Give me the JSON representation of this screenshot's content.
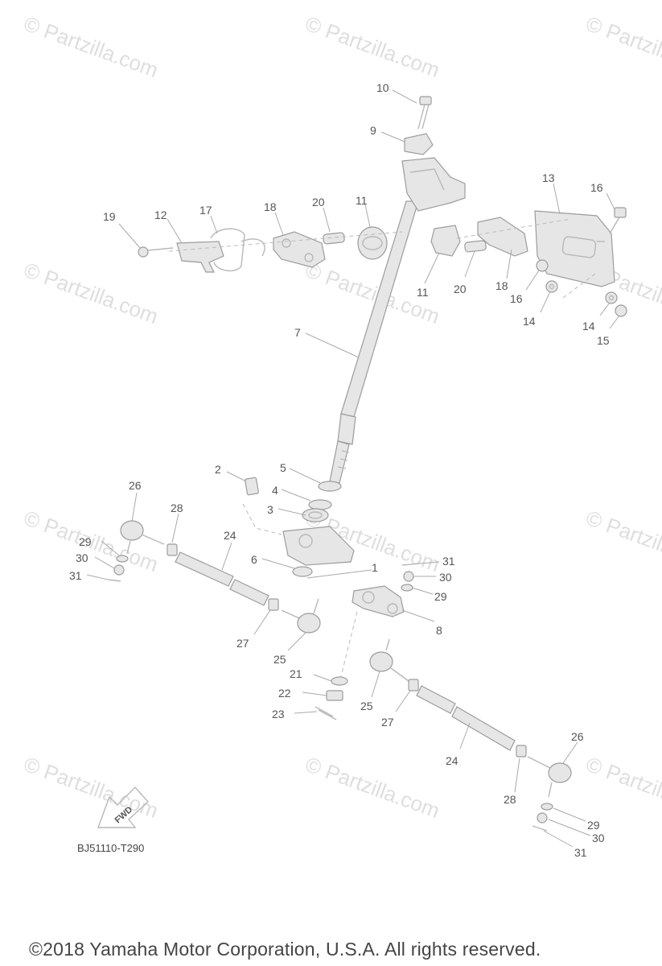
{
  "watermark": {
    "text": "© Partzilla.com"
  },
  "diagram_code": "BJ51110-T290",
  "copyright": "©2018 Yamaha Motor Corporation, U.S.A. All rights reserved.",
  "fwd_label": "FWD",
  "callouts": [
    "1",
    "2",
    "3",
    "4",
    "5",
    "6",
    "7",
    "8",
    "9",
    "10",
    "11",
    "12",
    "13",
    "14",
    "15",
    "16",
    "17",
    "18",
    "19",
    "20",
    "21",
    "22",
    "23",
    "24",
    "25",
    "26",
    "27",
    "28",
    "29",
    "30",
    "31"
  ]
}
